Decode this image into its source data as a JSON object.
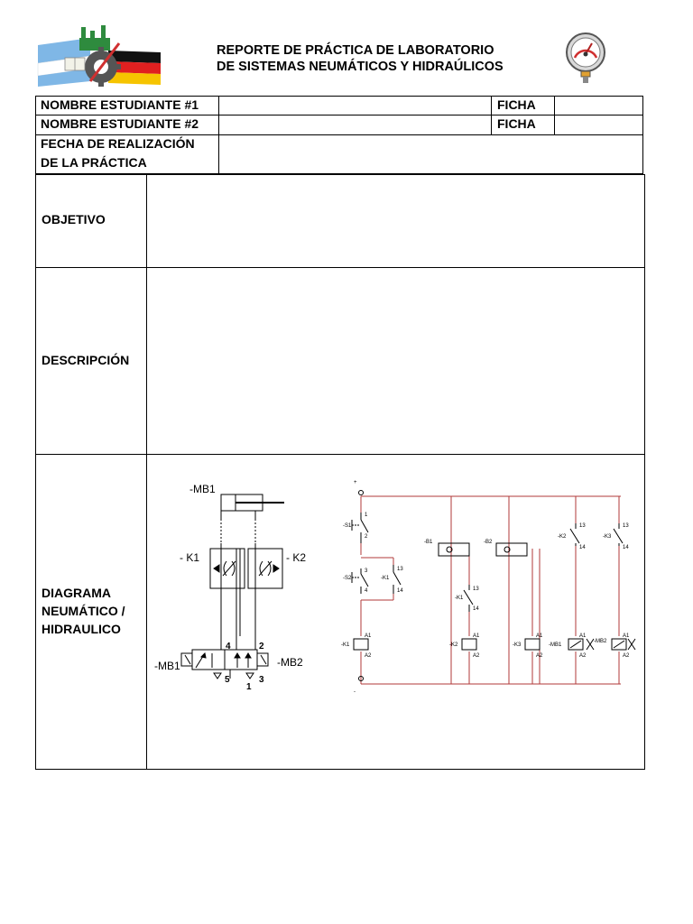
{
  "header": {
    "title_line1": "REPORTE DE PRÁCTICA DE LABORATORIO",
    "title_line2": "DE SISTEMAS NEUMÁTICOS Y HIDRAÚLICOS",
    "logo_left": "flags-and-gear-logo",
    "logo_right": "pressure-gauge-icon"
  },
  "info_table": {
    "student1_label": "NOMBRE ESTUDIANTE #1",
    "student2_label": "NOMBRE ESTUDIANTE #2",
    "ficha_label": "FICHA",
    "date_label_line1": "FECHA DE REALIZACIÓN",
    "date_label_line2": "DE LA PRÁCTICA"
  },
  "sections": {
    "objetivo": "OBJETIVO",
    "descripcion": "DESCRIPCIÓN",
    "diagrama_line1": "DIAGRAMA",
    "diagrama_line2": "NEUMÁTICO /",
    "diagrama_line3": "HIDRAULICO"
  },
  "pneumatic_diagram": {
    "cylinder": "-MB1",
    "valve_left": "- K1",
    "valve_right": "- K2",
    "solenoid_left": "-MB1",
    "solenoid_right": "-MB2",
    "port4": "4",
    "port2": "2",
    "port5": "5",
    "port3": "3",
    "port1": "1"
  },
  "electric_diagram": {
    "plus": "+",
    "minus": "-",
    "s1": "-S1",
    "s2": "-S2",
    "b1": "-B1",
    "b2": "-B2",
    "k1": "-K1",
    "k2": "-K2",
    "k3": "-K3",
    "mb1": "-MB1",
    "mb2": "-MB2",
    "c13": "13",
    "c14": "14",
    "c3": "3",
    "c4": "4",
    "c1": "1",
    "c2": "2",
    "a1": "A1",
    "a2": "A2"
  }
}
